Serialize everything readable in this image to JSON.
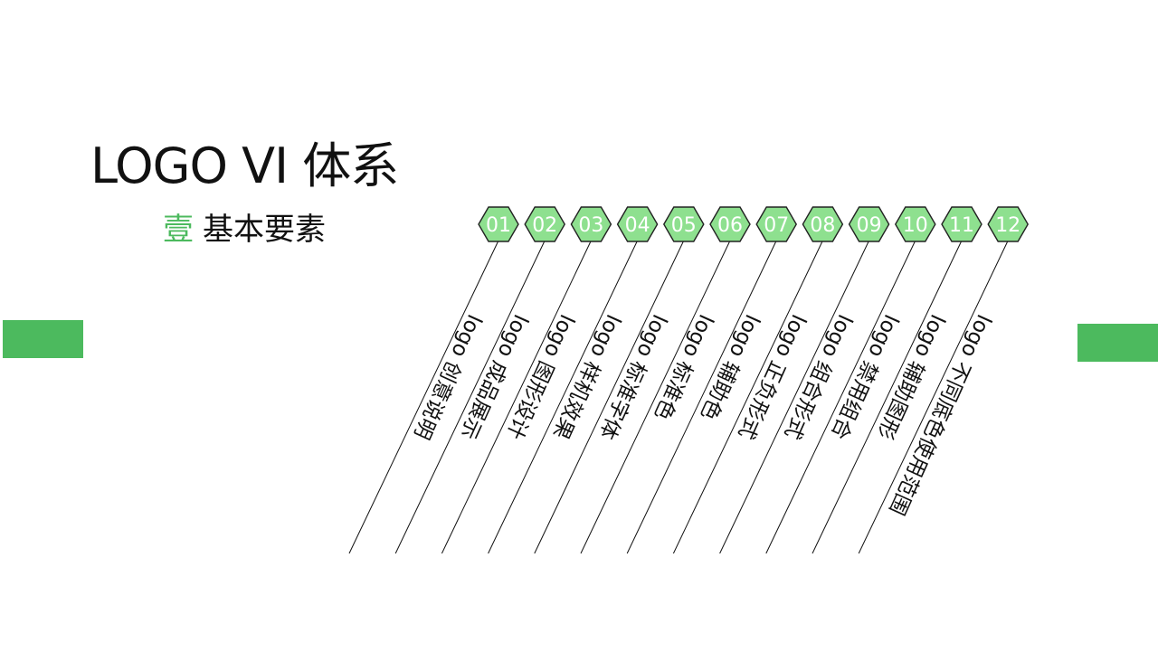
{
  "title": "LOGO VI 体系",
  "subtitle": {
    "number": "壹",
    "text": "基本要素"
  },
  "colors": {
    "accent": "#4cba5e",
    "hex_fill": "#8ee08f",
    "text": "#111111",
    "line": "#111111"
  },
  "items": [
    {
      "num": "01",
      "label": "logo 创意说明"
    },
    {
      "num": "02",
      "label": "logo 成品展示"
    },
    {
      "num": "03",
      "label": "logo 图形设计"
    },
    {
      "num": "04",
      "label": "logo 样机效果"
    },
    {
      "num": "05",
      "label": "logo 标准字体"
    },
    {
      "num": "06",
      "label": "logo 标准色"
    },
    {
      "num": "07",
      "label": "logo 辅助色"
    },
    {
      "num": "08",
      "label": "logo 正负形式"
    },
    {
      "num": "09",
      "label": "logo 组合形式"
    },
    {
      "num": "10",
      "label": "logo 禁用组合"
    },
    {
      "num": "11",
      "label": "logo 辅助图形"
    },
    {
      "num": "12",
      "label": "logo 不同底色使用范围"
    }
  ]
}
